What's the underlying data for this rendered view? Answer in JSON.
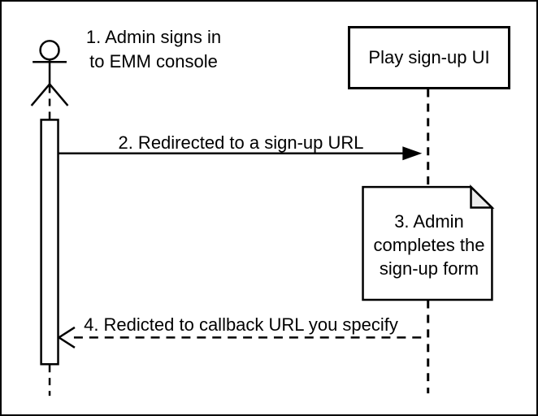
{
  "diagram_type": "sequence",
  "colors": {
    "stroke": "#000000",
    "bg": "#ffffff",
    "fold": "#ededed"
  },
  "participants": {
    "admin": {
      "kind": "actor",
      "label": ""
    },
    "play_ui": {
      "kind": "box",
      "label": "Play sign-up UI"
    }
  },
  "messages": {
    "step1": {
      "label": "1. Admin signs in\nto EMM console",
      "style": "annotation"
    },
    "step2": {
      "label": "2. Redirected to a sign-up URL",
      "style": "solid-arrow"
    },
    "step4": {
      "label": "4. Redicted to callback URL you specify",
      "style": "dashed-arrow"
    }
  },
  "note": {
    "label": "3. Admin\ncompletes the\nsign-up form"
  }
}
